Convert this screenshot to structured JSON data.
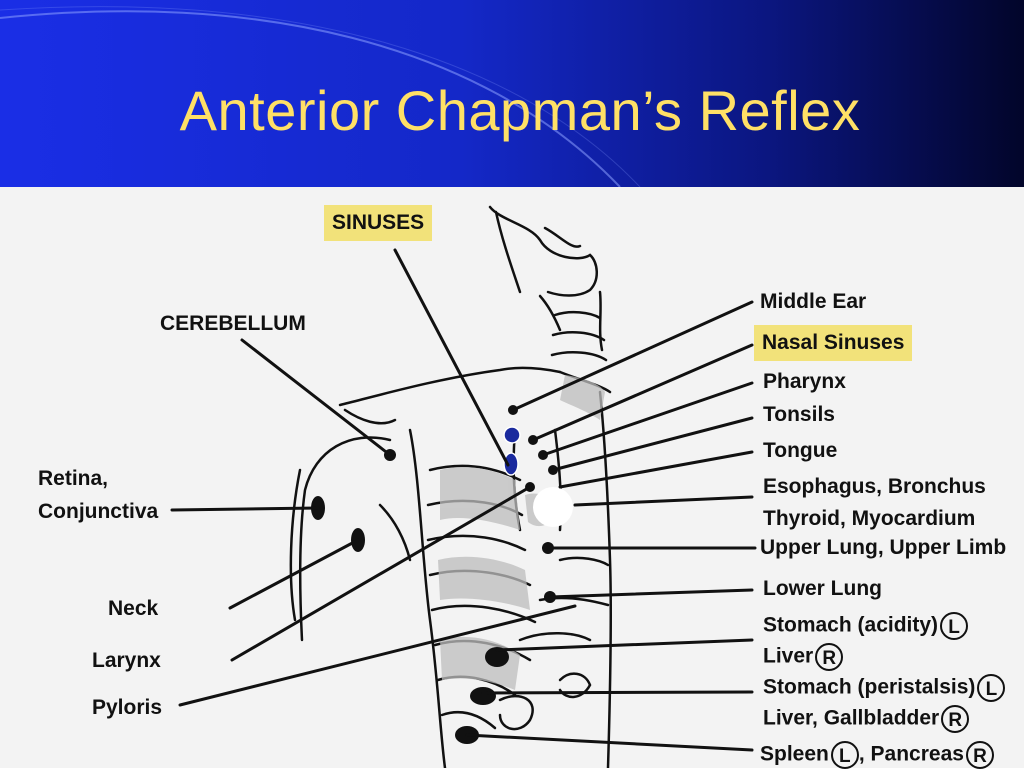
{
  "slide": {
    "title": "Anterior Chapman’s Reflex"
  },
  "labels": {
    "sinuses": "SINUSES",
    "cerebellum": "CEREBELLUM",
    "retina": "Retina,",
    "conjunctiva": "Conjunctiva",
    "neck": "Neck",
    "larynx": "Larynx",
    "pyloris": "Pyloris",
    "middle_ear": "Middle Ear",
    "nasal_sinuses": "Nasal Sinuses",
    "pharynx": "Pharynx",
    "tonsils": "Tonsils",
    "tongue": "Tongue",
    "esophagus_bronchus": "Esophagus, Bronchus",
    "thyroid_myocardium": "Thyroid, Myocardium",
    "upper_lung_limb": "Upper Lung, Upper Limb",
    "lower_lung": "Lower Lung",
    "stomach_acidity": "Stomach (acidity)",
    "liver": "Liver",
    "stomach_peristalsis": "Stomach (peristalsis)",
    "liver_gallbladder": "Liver,  Gallbladder",
    "spleen": "Spleen",
    "pancreas": ", Pancreas"
  },
  "side_markers": {
    "left": "L",
    "right": "R"
  },
  "colors": {
    "title": "#ffe066",
    "highlight": "#f2e27a",
    "header_start": "#1a2ee6",
    "header_end": "#02052a",
    "point_marker": "#1a2a9e"
  }
}
